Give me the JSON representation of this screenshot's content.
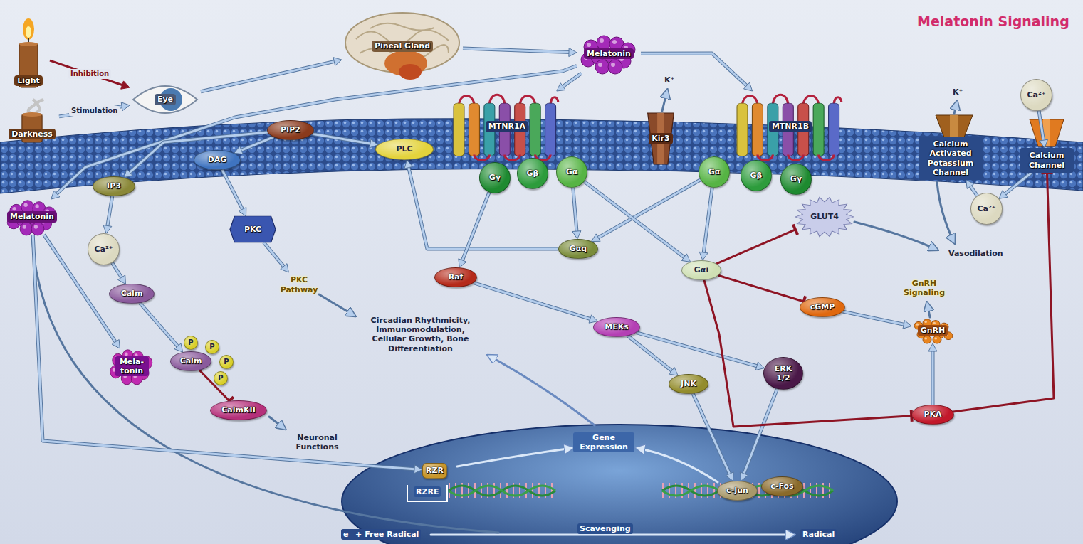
{
  "diagram": {
    "title": "Melatonin Signaling",
    "nodes": [
      {
        "text": [
          "Light"
        ]
      },
      {
        "text": [
          "Darkness"
        ]
      },
      {
        "text": [
          "Eye"
        ]
      },
      {
        "text": [
          "Pineal Gland"
        ]
      },
      {
        "text": [
          "Melatonin"
        ]
      },
      {
        "text": [
          "MTNR1A"
        ]
      },
      {
        "text": [
          "Kir3"
        ]
      },
      {
        "text": [
          "MTNR1B"
        ]
      },
      {
        "text": [
          "PIP2"
        ]
      },
      {
        "text": [
          "DAG"
        ]
      },
      {
        "text": [
          "PLC"
        ]
      },
      {
        "text": [
          "Gγ"
        ]
      },
      {
        "text": [
          "Gβ"
        ]
      },
      {
        "text": [
          "Gα"
        ]
      },
      {
        "text": [
          "Gα"
        ]
      },
      {
        "text": [
          "Gβ"
        ]
      },
      {
        "text": [
          "Gγ"
        ]
      },
      {
        "text": [
          "Calcium Activated Potassium Channel"
        ]
      },
      {
        "text": [
          "Calcium Channel"
        ]
      },
      {
        "text": [
          "IP3"
        ]
      },
      {
        "text": [
          "Melatonin"
        ]
      },
      {
        "text": [
          "Ca²⁺"
        ]
      },
      {
        "text": [
          "PKC"
        ]
      },
      {
        "text": [
          "PKC Pathway"
        ]
      },
      {
        "text": [
          "Gαq"
        ]
      },
      {
        "text": [
          "Raf"
        ]
      },
      {
        "text": [
          "Gαi"
        ]
      },
      {
        "text": [
          "GLUT4"
        ]
      },
      {
        "text": [
          "cGMP"
        ]
      },
      {
        "text": [
          "Calm"
        ]
      },
      {
        "text": [
          "Mela- tonin"
        ]
      },
      {
        "text": [
          "Calm"
        ]
      },
      {
        "text": [
          "P"
        ]
      },
      {
        "text": [
          "P"
        ]
      },
      {
        "text": [
          "P"
        ]
      },
      {
        "text": [
          "P"
        ]
      },
      {
        "text": [
          "CalmKII"
        ]
      },
      {
        "text": [
          "MEKs"
        ]
      },
      {
        "text": [
          "JNK"
        ]
      },
      {
        "text": [
          "ERK 1/2"
        ]
      },
      {
        "text": [
          "GnRH"
        ]
      },
      {
        "text": [
          "PKA"
        ]
      },
      {
        "text": [
          "RZR"
        ]
      },
      {
        "text": [
          "c-Jun"
        ]
      },
      {
        "text": [
          "c-Fos"
        ]
      },
      {
        "text": [
          "Ca²⁺"
        ]
      },
      {
        "text": [
          "Ca²⁺"
        ]
      }
    ],
    "edges": [
      {
        "from": 0,
        "to": 2,
        "arrow": "to",
        "label": "Inhibition"
      },
      {
        "from": 1,
        "to": 2,
        "arrow": "to",
        "label": "Stimulation"
      },
      {
        "from": 2,
        "to": 3,
        "arrow": "to"
      },
      {
        "from": 3,
        "to": 4,
        "arrow": "to"
      },
      {
        "from": 4,
        "to": 5,
        "arrow": "to"
      },
      {
        "from": 4,
        "to": 7,
        "arrow": "to"
      },
      {
        "from": 4,
        "to": 20,
        "arrow": "to"
      },
      {
        "from": 8,
        "to": 9,
        "arrow": "to"
      },
      {
        "from": 8,
        "to": 19,
        "arrow": "to"
      },
      {
        "from": 8,
        "to": 10,
        "arrow": "to"
      },
      {
        "from": 24,
        "to": 10,
        "arrow": "to"
      },
      {
        "from": 13,
        "to": 24,
        "arrow": "to"
      },
      {
        "from": 14,
        "to": 24,
        "arrow": "to"
      },
      {
        "from": 13,
        "to": 26,
        "arrow": "to"
      },
      {
        "from": 14,
        "to": 26,
        "arrow": "to"
      },
      {
        "from": 11,
        "to": 25,
        "arrow": "to"
      },
      {
        "from": 25,
        "to": 37,
        "arrow": "to"
      },
      {
        "from": 37,
        "to": 38,
        "arrow": "to"
      },
      {
        "from": 37,
        "to": 39,
        "arrow": "to"
      },
      {
        "from": 38,
        "to": 43,
        "arrow": "to"
      },
      {
        "from": 39,
        "to": 43,
        "arrow": "to"
      },
      {
        "from": 26,
        "to": 27,
        "arrow": "to"
      },
      {
        "from": 26,
        "to": 28,
        "arrow": "to"
      },
      {
        "from": 26,
        "to": 41,
        "arrow": "to"
      },
      {
        "from": 28,
        "to": 40,
        "arrow": "to"
      },
      {
        "from": 41,
        "to": 40,
        "arrow": "to"
      },
      {
        "from": 41,
        "to": 18,
        "arrow": "to"
      },
      {
        "from": 9,
        "to": 22,
        "arrow": "to"
      },
      {
        "from": 22,
        "to": 23,
        "arrow": "to"
      },
      {
        "from": 19,
        "to": 21,
        "arrow": "to"
      },
      {
        "from": 21,
        "to": 29,
        "arrow": "to"
      },
      {
        "from": 29,
        "to": 31,
        "arrow": "to"
      },
      {
        "from": 20,
        "to": 30,
        "arrow": "to"
      },
      {
        "from": 31,
        "to": 36,
        "arrow": "to"
      },
      {
        "from": 20,
        "to": 42,
        "arrow": "to"
      },
      {
        "from": 45,
        "to": 18,
        "arrow": "to"
      },
      {
        "from": 18,
        "to": 46,
        "arrow": "to"
      },
      {
        "from": 46,
        "to": 17,
        "arrow": "to"
      }
    ],
    "labels": [
      "K⁺",
      "K⁺",
      "Vasodilation",
      "GnRH Signaling",
      "Neuronal Functions",
      "Circadian Rhythmicity, Immunomodulation, Cellular Growth, Bone Differentiation",
      "Gene Expression",
      "RZRE",
      "e⁻ + Free Radical",
      "Scavenging",
      "Radical"
    ]
  }
}
